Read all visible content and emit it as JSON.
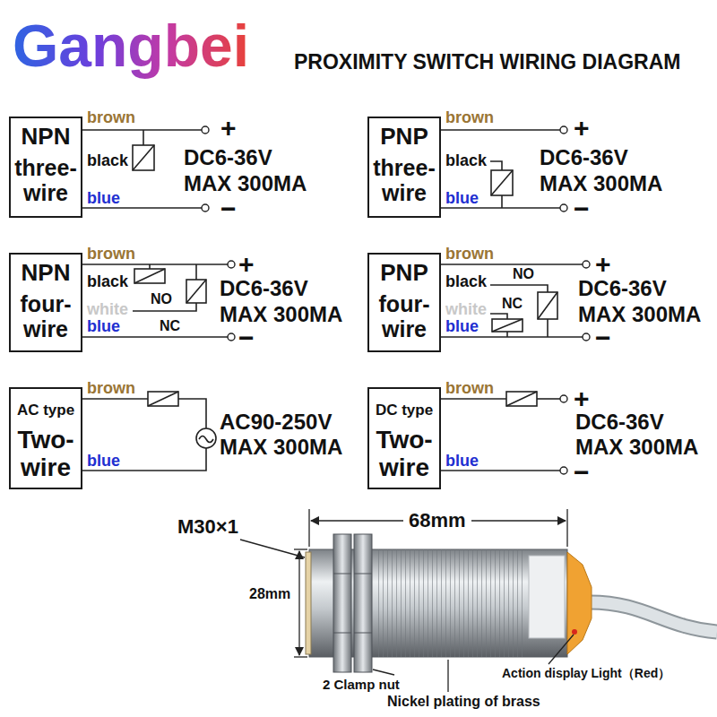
{
  "diagram": {
    "title": "PROXIMITY SWITCH WIRING DIAGRAM",
    "nodes": [
      {
        "text": [
          "NPN",
          "three-wire"
        ]
      },
      {
        "text": [
          "PNP",
          "three-wire"
        ]
      },
      {
        "text": [
          "NPN",
          "four-wire"
        ]
      },
      {
        "text": [
          "PNP",
          "four-wire"
        ]
      },
      {
        "text": [
          "AC type",
          "Two-wire"
        ]
      },
      {
        "text": [
          "DC type",
          "Two-wire"
        ]
      }
    ],
    "labels": [
      "Gangbei",
      "brown",
      "+",
      "black",
      "DC6-36V",
      "MAX 300MA",
      "blue",
      "−",
      "brown",
      "+",
      "black",
      "DC6-36V",
      "MAX 300MA",
      "blue",
      "−",
      "brown",
      "+",
      "black",
      "DC6-36V",
      "white",
      "NO",
      "MAX 300MA",
      "NC",
      "blue",
      "−",
      "brown",
      "+",
      "black",
      "NO",
      "DC6-36V",
      "white",
      "NC",
      "MAX 300MA",
      "blue",
      "−",
      "brown",
      "AC90-250V",
      "MAX 300MA",
      "blue",
      "brown",
      "+",
      "DC6-36V",
      "MAX 300MA",
      "blue",
      "−",
      "M30×1",
      "68mm",
      "28mm",
      "Action display Light（Red）",
      "2 Clamp nut",
      "Nickel plating of brass"
    ]
  }
}
